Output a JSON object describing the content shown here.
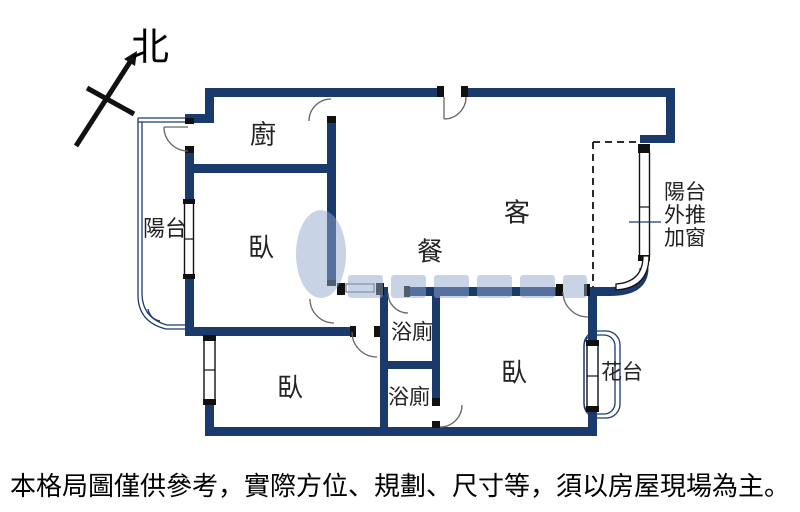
{
  "title": {
    "north": "北"
  },
  "plan": {
    "rooms": {
      "kitchen": "廚",
      "living": "客",
      "dining": "餐",
      "bedroom": "臥",
      "balcony": "陽台",
      "bathroom": "浴廁",
      "flower_bed": "花台"
    },
    "balcony_note": {
      "lines": [
        "陽台",
        "外推",
        "加窗"
      ]
    }
  },
  "footer": {
    "disclaimer": "本格局圖僅供參考，實際方位、規劃、尺寸等，須以房屋現場為主。"
  },
  "colors": {
    "wall": "#1a3a6e",
    "ink": "#111111",
    "label": "#222222",
    "watermark": "rgba(148,168,206,0.5)"
  }
}
